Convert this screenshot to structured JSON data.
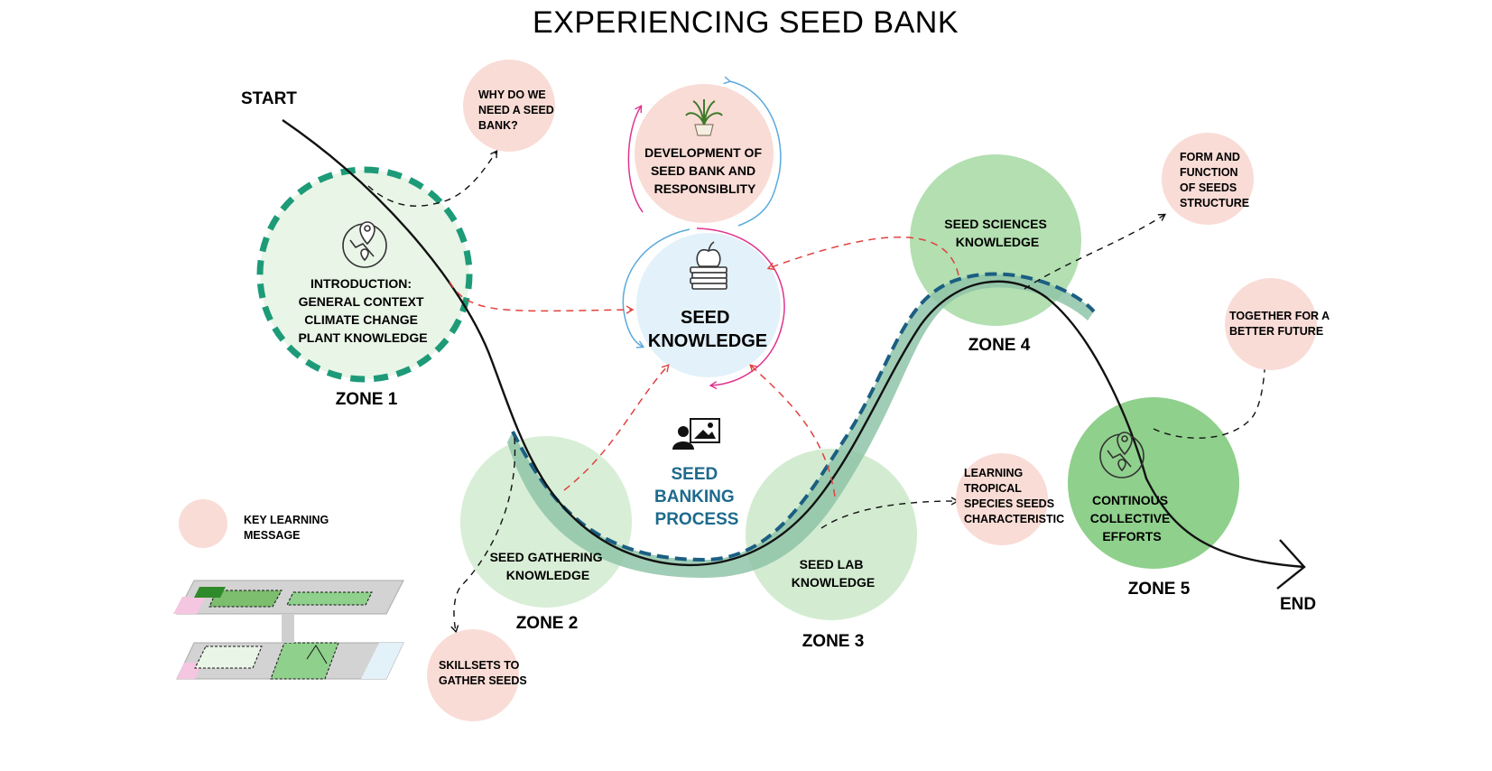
{
  "title": "EXPERIENCING SEED BANK",
  "start_label": "START",
  "end_label": "END",
  "center": {
    "seed_knowledge": [
      "SEED",
      "KNOWLEDGE"
    ],
    "development": [
      "DEVELOPMENT OF",
      "SEED BANK AND",
      "RESPONSIBLITY"
    ],
    "process": [
      "SEED",
      "BANKING",
      "PROCESS"
    ]
  },
  "zones": [
    {
      "zone_label": "ZONE 1",
      "lines": [
        "INTRODUCTION:",
        "GENERAL CONTEXT",
        "CLIMATE CHANGE",
        "PLANT KNOWLEDGE"
      ]
    },
    {
      "zone_label": "ZONE 2",
      "lines": [
        "SEED GATHERING",
        "KNOWLEDGE"
      ]
    },
    {
      "zone_label": "ZONE 3",
      "lines": [
        "SEED LAB",
        "KNOWLEDGE"
      ]
    },
    {
      "zone_label": "ZONE 4",
      "lines": [
        "SEED SCIENCES",
        "KNOWLEDGE"
      ]
    },
    {
      "zone_label": "ZONE 5",
      "lines": [
        "CONTINOUS",
        "COLLECTIVE",
        "EFFORTS"
      ]
    }
  ],
  "messages": [
    {
      "lines": [
        "WHY DO  WE",
        "NEED A SEED",
        "BANK?"
      ]
    },
    {
      "lines": [
        "SKILLSETS TO",
        "GATHER SEEDS"
      ]
    },
    {
      "lines": [
        "LEARNING",
        "TROPICAL",
        "SPECIES SEEDS",
        "CHARACTERISTIC"
      ]
    },
    {
      "lines": [
        "FORM AND",
        "FUNCTION",
        "OF SEEDS",
        "STRUCTURE"
      ]
    },
    {
      "lines": [
        "TOGETHER FOR A",
        "BETTER FUTURE"
      ]
    }
  ],
  "legend": {
    "lines": [
      "KEY LEARNING",
      "MESSAGE"
    ]
  },
  "icons": {
    "zone1": "location-map-icon",
    "zone5": "location-map-icon",
    "development": "plant-pot-icon",
    "seed_knowledge": "apple-books-icon",
    "process": "presentation-icon"
  },
  "colors": {
    "message_fill": "#f9dcd6",
    "zone_light": "#d8eed6",
    "zone_mid": "#b3dfb1",
    "zone_strong": "#8fd08c",
    "zone1_fill": "#e9f5e7",
    "zone1_dash": "#1d9b78",
    "seed_knowledge_fill": "#e2f1fa",
    "band_fill": "#8fc4a8",
    "band_dash": "#1b5e82",
    "red_dash": "#e0413d",
    "magenta": "#e0338f",
    "blue": "#58a9dc",
    "process_text": "#1d6a8c"
  }
}
